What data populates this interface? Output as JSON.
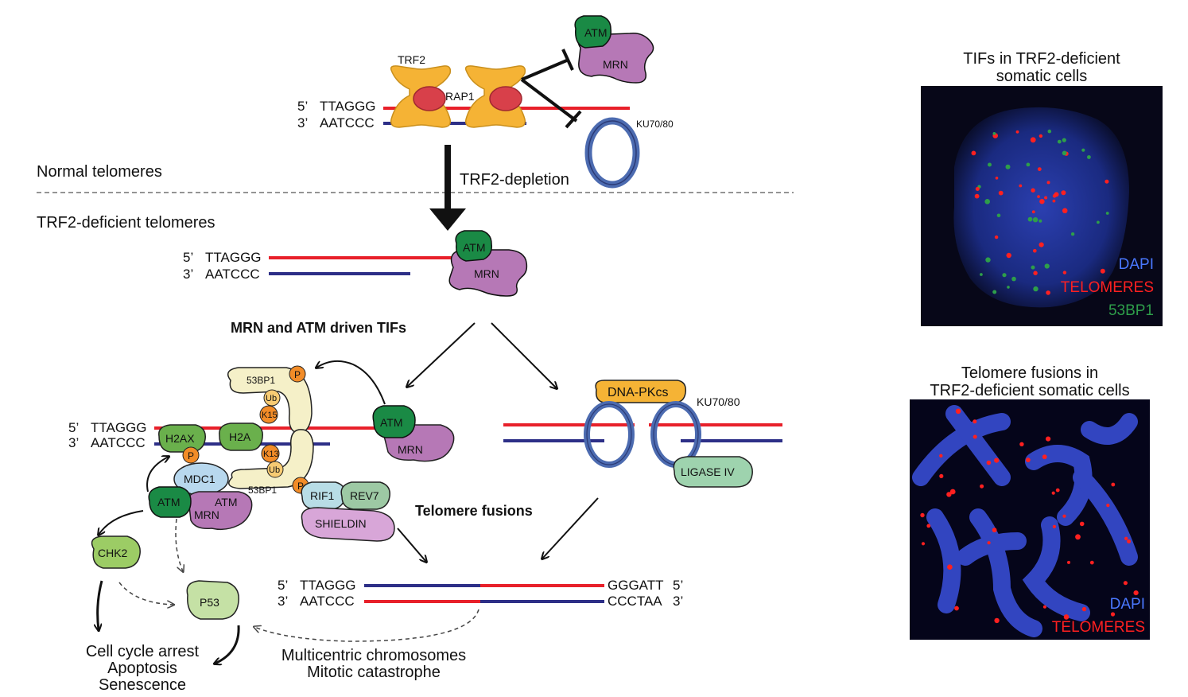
{
  "labels": {
    "normal_telomeres": "Normal telomeres",
    "trf2_deficient_telomeres": "TRF2-deficient telomeres",
    "trf2_depletion": "TRF2-depletion",
    "mrn_atm_tifs": "MRN and ATM driven TIFs",
    "telomere_fusions": "Telomere fusions",
    "outcome_cell": [
      "Cell cycle arrest",
      "Apoptosis",
      "Senescence"
    ],
    "outcome_chrom": [
      "Multicentric chromosomes",
      "Mitotic catastrophe"
    ]
  },
  "sequences": {
    "five_prime": "5’",
    "three_prime": "3’",
    "top_strand": "TTAGGG",
    "bottom_strand": "AATCCC",
    "fused_top_right": "GGGATT",
    "fused_bottom_right": "CCCTAA",
    "five_prime_right": "5’",
    "three_prime_right": "3’"
  },
  "proteins": {
    "trf2": "TRF2",
    "rap1": "RAP1",
    "atm": "ATM",
    "mrn": "MRN",
    "ku": "KU70/80",
    "bp53": "53BP1",
    "ub": "Ub",
    "k15": "K15",
    "k13": "K13",
    "p": "P",
    "h2ax": "H2AX",
    "h2a": "H2A",
    "mdc1": "MDC1",
    "rif1": "RIF1",
    "rev7": "REV7",
    "shieldin": "SHIELDIN",
    "dnapkcs": "DNA-PKcs",
    "ligase4": "LIGASE IV",
    "chk2": "CHK2",
    "p53": "P53"
  },
  "panels": {
    "tifs": {
      "title": [
        "TIFs in TRF2-deficient",
        "somatic cells"
      ],
      "legend": [
        "DAPI",
        "TELOMERES",
        "53BP1"
      ]
    },
    "fusions": {
      "title": [
        "Telomere fusions in",
        "TRF2-deficient somatic cells"
      ],
      "legend": [
        "DAPI",
        "TELOMERES"
      ]
    }
  },
  "colors": {
    "red_strand": "#e8202a",
    "blue_strand": "#2d2f87",
    "trf2": "#f5b335",
    "rap1": "#d8404a",
    "atm": "#1a8a45",
    "mrn": "#b678b6",
    "ku": "#4c6bb0",
    "bp53": "#f5f0c8",
    "phospho": "#f28c28",
    "ub": "#f7cb73",
    "h2ax": "#6ab04c",
    "mdc1": "#b8d8ee",
    "rif1": "#b8dde6",
    "rev7": "#9dc9a4",
    "shieldin": "#d8a6d8",
    "dnapkcs": "#f5b335",
    "ligase4": "#9ed3ae",
    "chk2": "#9ccc65",
    "p53": "#c5e1a5",
    "dapi": "#4a78ff",
    "telomere_signal": "#ff2020",
    "bp53_signal": "#2e9e4a"
  }
}
